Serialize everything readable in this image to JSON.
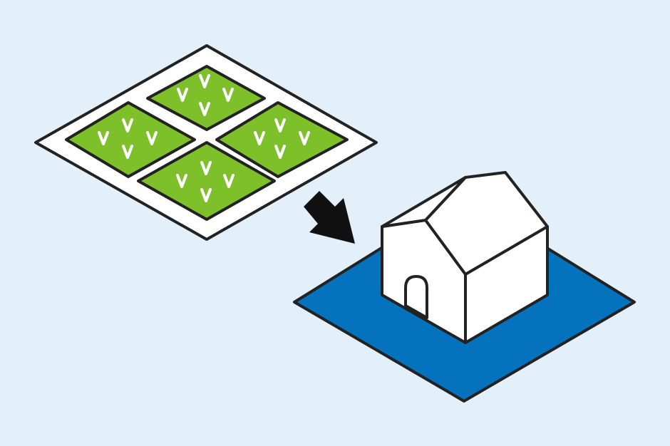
{
  "colors": {
    "background": "#e3f0f9",
    "field_green": "#7dc02a",
    "field_border": "#ffffff",
    "outline": "#222222",
    "plot_blue": "#0572bd",
    "house": "#ffffff",
    "arrow": "#111111",
    "sprout": "#ffffff"
  },
  "illustration": {
    "description_icons": [
      "farmland-icon",
      "arrow-icon",
      "house-icon",
      "plot-icon"
    ],
    "field_plots": [
      {
        "name": "field-plot-top"
      },
      {
        "name": "field-plot-left"
      },
      {
        "name": "field-plot-right"
      },
      {
        "name": "field-plot-bottom"
      }
    ]
  }
}
